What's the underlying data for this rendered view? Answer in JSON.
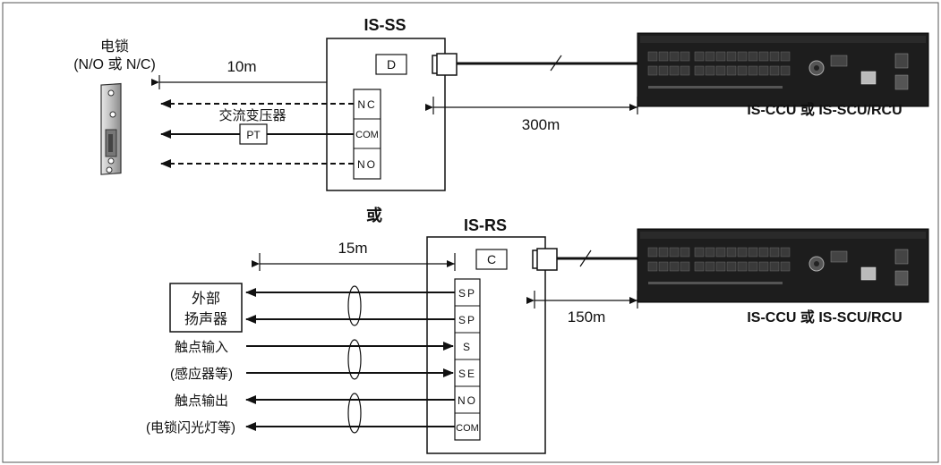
{
  "top": {
    "lock_title": "电锁",
    "lock_subtitle": "(N/O 或 N/C)",
    "dist_lock": "10m",
    "ss_title": "IS-SS",
    "ss_connector": "D",
    "terminals": [
      "NC",
      "COM",
      "NO"
    ],
    "transformer_label": "交流变压器",
    "pt_label": "PT",
    "dist_unit": "300m",
    "unit_label": "IS-CCU 或 IS-SCU/RCU"
  },
  "or_label": "或",
  "bottom": {
    "rs_title": "IS-RS",
    "rs_connector": "C",
    "dist_left": "15m",
    "dist_unit": "150m",
    "unit_label": "IS-CCU 或 IS-SCU/RCU",
    "speaker_box": [
      "外部",
      "扬声器"
    ],
    "terminals": [
      "SP",
      "SP",
      "S",
      "SE",
      "NO",
      "COM"
    ],
    "contact_in": "触点输入",
    "contact_in_note": "(感应器等)",
    "contact_out": "触点输出",
    "contact_out_note": "(电锁闪光灯等)"
  }
}
